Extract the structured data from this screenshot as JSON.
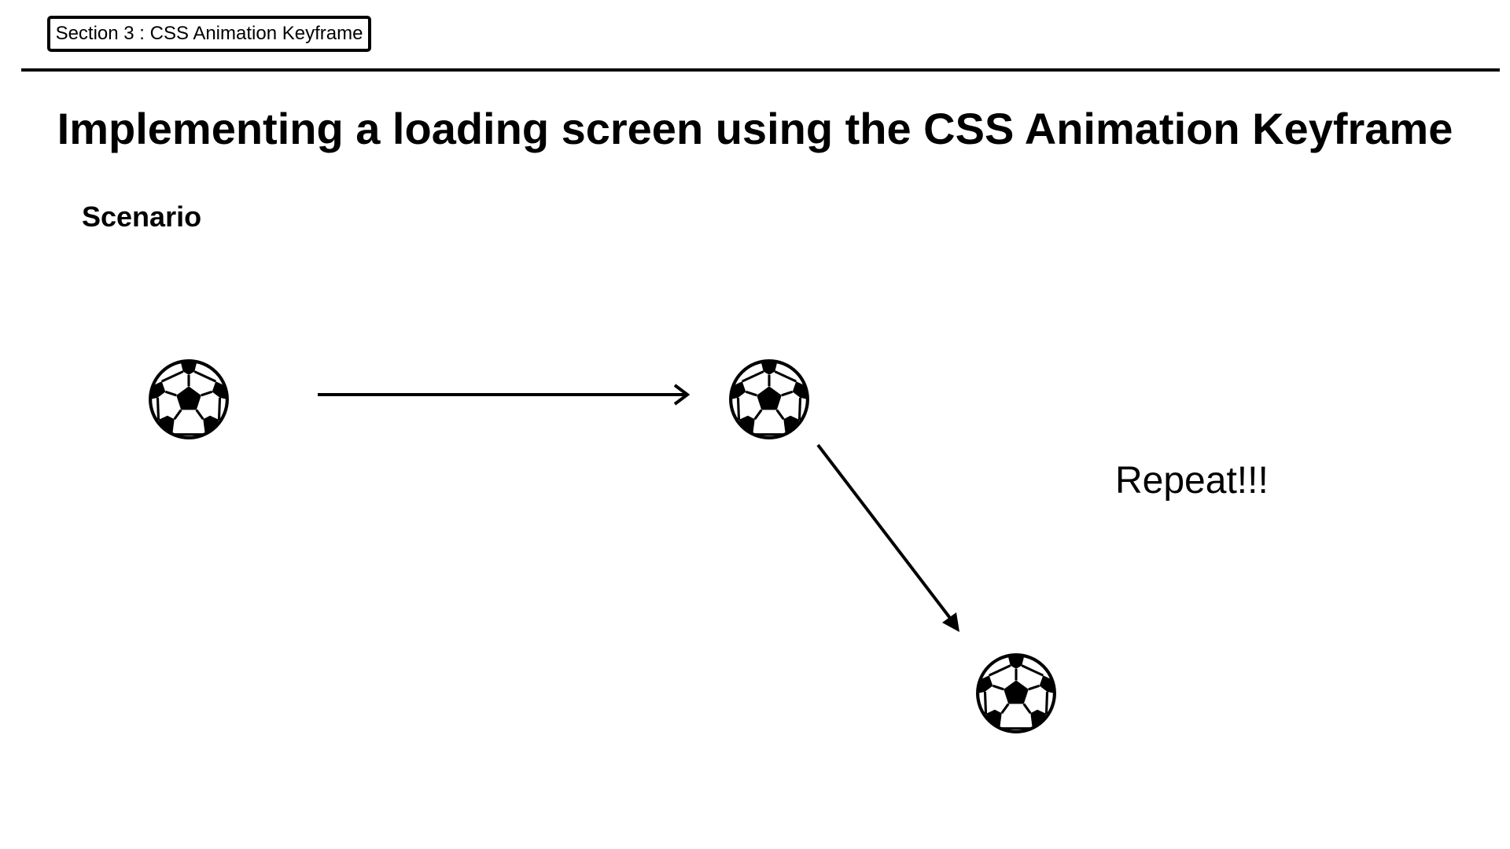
{
  "header": {
    "section_label": "Section 3 : CSS Animation Keyframe"
  },
  "main": {
    "title": "Implementing a loading screen using the CSS Animation Keyframe",
    "subheading": "Scenario",
    "repeat_text": "Repeat!!!"
  },
  "diagram": {
    "balls": [
      {
        "icon": "soccer-ball-icon",
        "step": "start"
      },
      {
        "icon": "soccer-ball-icon",
        "step": "middle"
      },
      {
        "icon": "soccer-ball-icon",
        "step": "end"
      }
    ],
    "arrows": [
      {
        "icon": "arrow-right-icon",
        "from": "start",
        "to": "middle"
      },
      {
        "icon": "arrow-down-right-icon",
        "from": "middle",
        "to": "end"
      }
    ]
  },
  "colors": {
    "ink": "#000000",
    "background": "#ffffff"
  }
}
